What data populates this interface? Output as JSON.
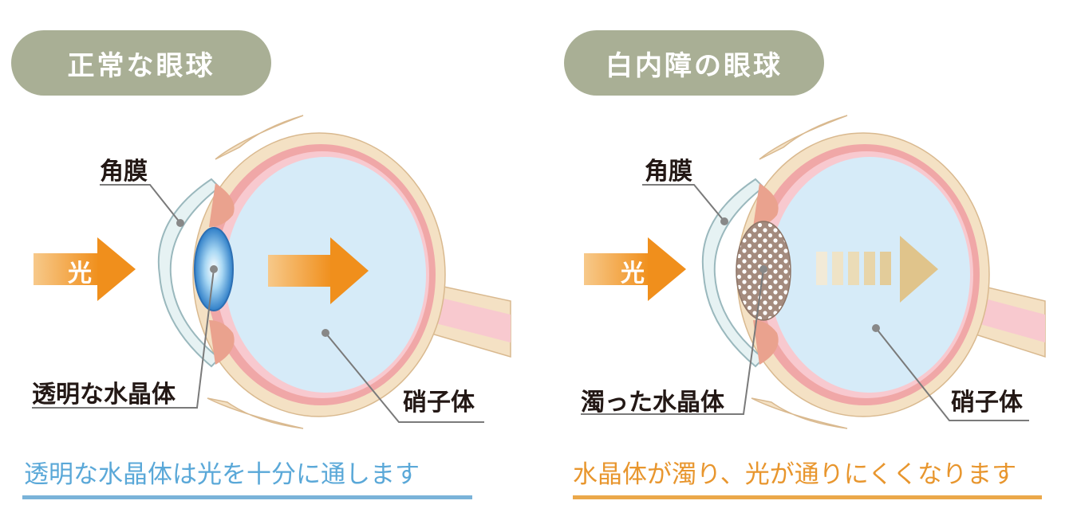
{
  "colors": {
    "pill": "#a9af95",
    "caption_normal": "#5aa8d8",
    "caption_cataract": "#e8962e",
    "underline_normal": "#7ab3d9",
    "underline_cataract": "#eba84a",
    "arrow_orange": "#f08f1c"
  },
  "normal": {
    "title": "正常な眼球",
    "cornea_label": "角膜",
    "light_label": "光",
    "lens_label": "透明な水晶体",
    "vitreous_label": "硝子体",
    "caption": "透明な水晶体は光を十分に通します"
  },
  "cataract": {
    "title": "白内障の眼球",
    "cornea_label": "角膜",
    "light_label": "光",
    "lens_label": "濁った水晶体",
    "vitreous_label": "硝子体",
    "caption": "水晶体が濁り、光が通りにくくなります"
  }
}
